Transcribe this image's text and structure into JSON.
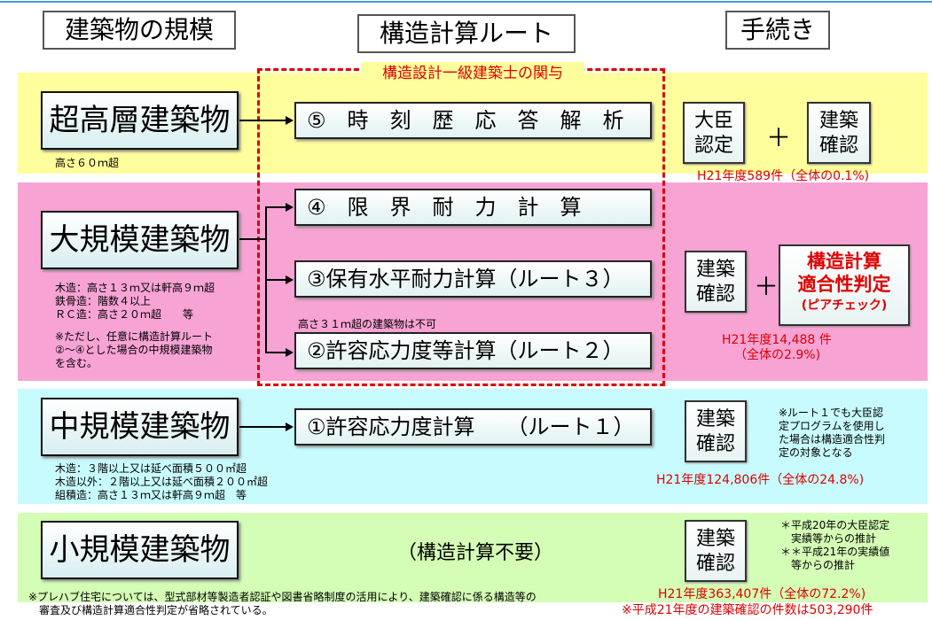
{
  "headers": {
    "category": "建築物の規模",
    "route": "構造計算ルート",
    "procedure": "手続き"
  },
  "dashed_label": "構造設計一級建築士の関与",
  "super_high": {
    "title": "超高層建築物",
    "note": "高さ６０ｍ超",
    "route": "⑤　時　刻　歴　応　答　解　析",
    "proc1": [
      "大臣",
      "認定"
    ],
    "proc2": [
      "建築",
      "確認"
    ],
    "plus": "＋",
    "stat": "H21年度589件（全体の0.1%)"
  },
  "large": {
    "title": "大規模建築物",
    "notes": [
      "木造：高さ１３ｍ又は軒高９ｍ超",
      "鉄骨造：階数４以上",
      "ＲＣ造：高さ２０ｍ超　　等"
    ],
    "notes2": [
      "※ただし、任意に構造計算ルート",
      "②～④とした場合の中規模建築物",
      "を含む。"
    ],
    "route4": "④　限　界　耐　力　計　算",
    "route3": "③保有水平耐力計算（ルート３）",
    "route2": "②許容応力度等計算（ルート２）",
    "route2_note": "高さ３１ｍ超の建築物は不可",
    "proc1": [
      "建築",
      "確認"
    ],
    "proc2": [
      "構造計算",
      "適合性判定",
      "(ピアチェック)"
    ],
    "plus": "＋",
    "stat": [
      "H21年度14,488 件",
      "（全体の2.9%)"
    ]
  },
  "medium": {
    "title": "中規模建築物",
    "notes": [
      "木造：３階以上又は延べ面積５００㎡超",
      "木造以外：２階以上又は延べ面積２００㎡超",
      "組積造：高さ１３ｍ又は軒高９ｍ超　等"
    ],
    "route": "①許容応力度計算　　（ルート１）",
    "proc": [
      "建築",
      "確認"
    ],
    "side_note": [
      "※ルート１でも大臣認",
      "定プログラムを使用し",
      "た場合は構造適合性判",
      "定の対象となる"
    ],
    "stat": "H21年度124,806件（全体の24.8%)"
  },
  "small": {
    "title": "小規模建築物",
    "route": "（構造計算不要）",
    "proc": [
      "建築",
      "確認"
    ],
    "side_note": [
      "＊平成20年の大臣認定",
      "実績等からの推計",
      "＊＊平成21年の実績値",
      "等からの推計"
    ],
    "stat": "H21年度363,407件（全体の72.2%)",
    "total": "※平成21年度の建築確認の件数は503,290件"
  },
  "footnote": [
    "※プレハブ住宅については、型式部材等製造者認証や図書省略制度の活用により、建築確認に係る構造等の",
    "審査及び構造計算適合性判定が省略されている。"
  ],
  "colors": {
    "yellow": "#fffe9c",
    "pink": "#f7a3d4",
    "cyan": "#c8fbfd",
    "green": "#d4fdb5",
    "red": "#e00000"
  }
}
